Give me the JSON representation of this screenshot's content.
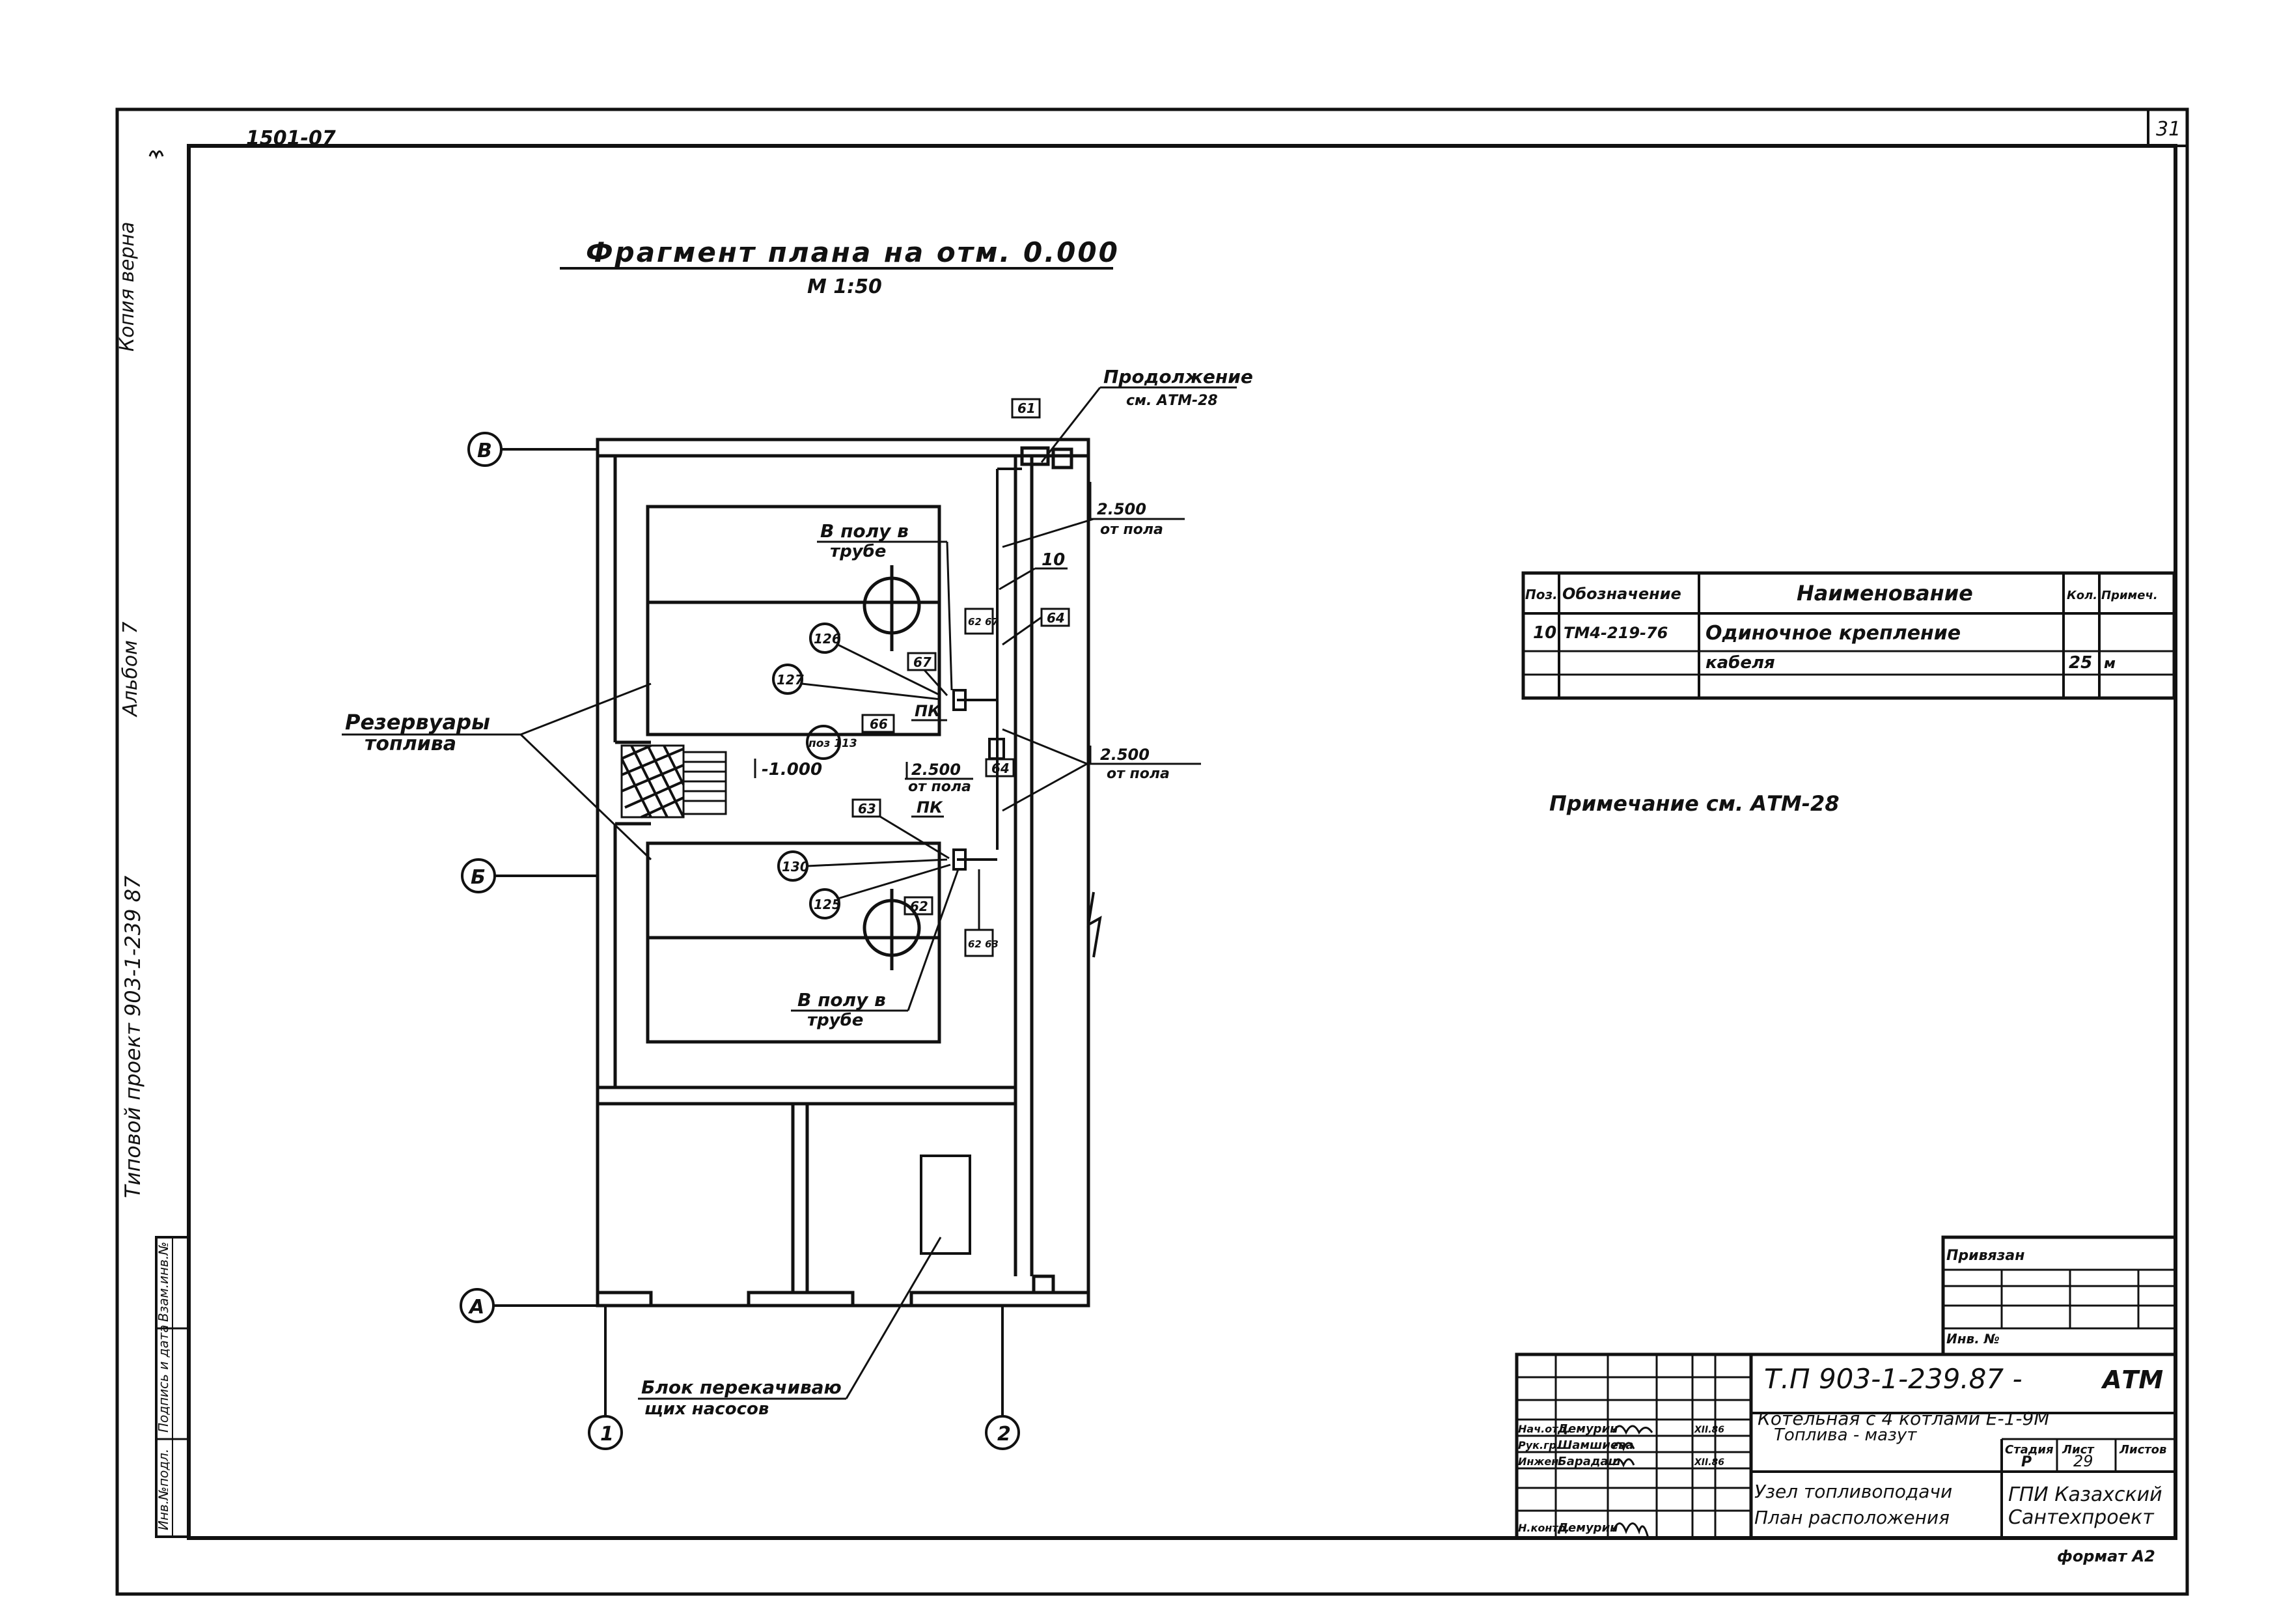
{
  "sheet": {
    "number": "31",
    "top_code": "1501-07",
    "copy_note": "Копия верна",
    "side_series": "Типовой проект  903-1-239 87",
    "side_album": "Альбом 7",
    "stamp_cols": [
      "Инв.№подл.",
      "Подпись и дата",
      "Взам.инв.№"
    ],
    "format_note": "формат А2"
  },
  "drawing": {
    "title": "Фрагмент плана на отм. 0.000",
    "scale": "М 1:50",
    "continuation_title": "Продолжение",
    "continuation_ref": "см. АТМ-28",
    "axes": {
      "B": "В",
      "Bb": "Б",
      "A": "А",
      "one": "1",
      "two": "2"
    },
    "label_tanks_1": "Резервуары",
    "label_tanks_2": "топлива",
    "label_floor_pipe_1a": "В полу в",
    "label_floor_pipe_1b": "трубе",
    "label_floor_pipe_2a": "В полу в",
    "label_floor_pipe_2b": "трубе",
    "label_pump_block_1": "Блок перекачиваю",
    "label_pump_block_2": "щих насосов",
    "level_minus": "-1.000",
    "level_top_a": "2.500",
    "level_top_b": "от пола",
    "level_mid_a": "2.500",
    "level_mid_b": "от пола",
    "level_right_a": "2.500",
    "level_right_b": "от пола",
    "tag_10": "10",
    "tag_pk1": "ПК",
    "tag_pk2": "ПК",
    "circle_tags": [
      "126",
      "127",
      "поз 113",
      "130",
      "125"
    ],
    "box_tags": {
      "t61": "61",
      "t62_67": "62 67",
      "t64a": "64",
      "t67": "67",
      "t66": "66",
      "t64b": "64",
      "t63": "63",
      "t62b": "62",
      "t62_63": "62 63"
    }
  },
  "spec_table": {
    "headers": [
      "Поз.",
      "Обозначение",
      "Наименование",
      "Кол.",
      "Примеч."
    ],
    "rows": [
      [
        "10",
        "ТМ4-219-76",
        "Одиночное крепление",
        "",
        ""
      ],
      [
        "",
        "",
        "кабеля",
        "25",
        "м"
      ],
      [
        "",
        "",
        "",
        "",
        ""
      ]
    ]
  },
  "note": "Примечание  см. АТМ-28",
  "title_block": {
    "privyazan": "Привязан",
    "inv_no": "Инв. №",
    "doc_code": "Т.П 903-1-239.87 -",
    "doc_suffix": "АТМ",
    "object_1": "Котельная с 4 котлами Е-1-9М",
    "object_2": "Топлива - мазут",
    "stage_label": "Стадия",
    "sheet_label": "Лист",
    "sheets_label": "Листов",
    "stage": "Р",
    "sheet": "29",
    "sheets": "",
    "sheet_title_1": "Узел топливоподачи",
    "sheet_title_2": "План расположения",
    "org_1": "ГПИ Казахский",
    "org_2": "Сантехпроект",
    "signers": [
      {
        "role": "Нач.отд.",
        "name": "Демурин",
        "date": "XII.86"
      },
      {
        "role": "Рук.гр.",
        "name": "Шамшиева",
        "date": ""
      },
      {
        "role": "Инжен.",
        "name": "Барадаш",
        "date": "XII.86"
      },
      {
        "role": "Н.контр.",
        "name": "Демурин",
        "date": ""
      }
    ]
  }
}
